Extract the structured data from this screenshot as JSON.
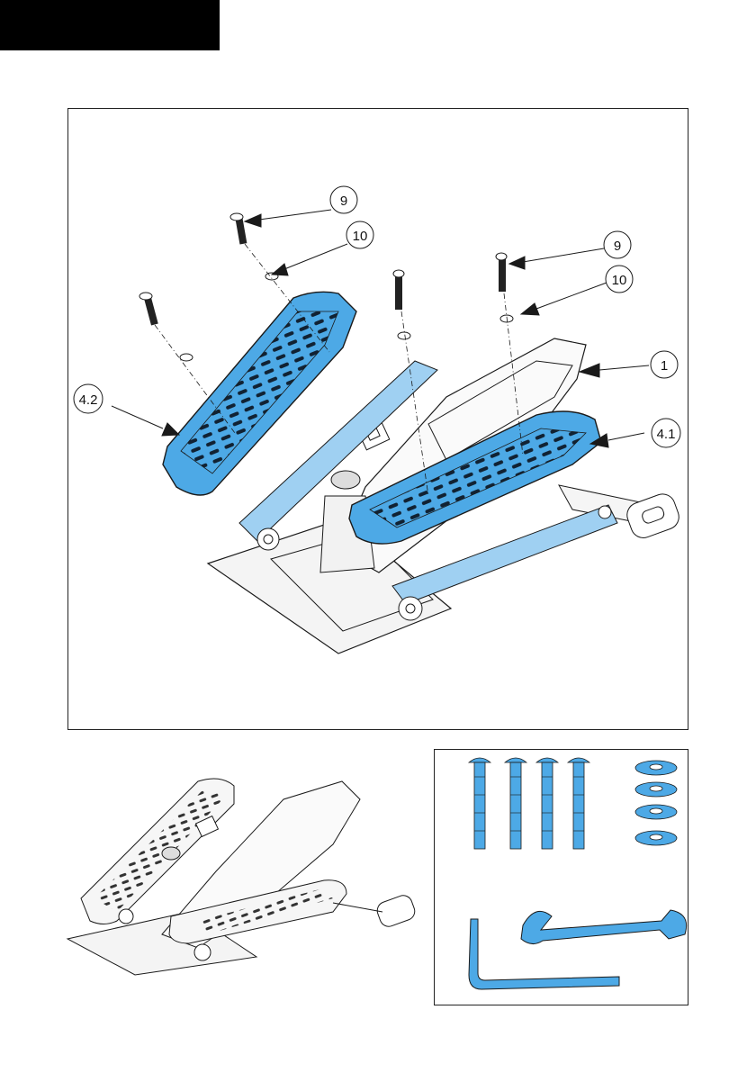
{
  "callouts": {
    "bolt_left": "9",
    "washer_left": "10",
    "bolt_right": "9",
    "washer_right": "10",
    "frame": "1",
    "pedal_left": "4.2",
    "pedal_right": "4.1"
  },
  "colors": {
    "part_blue": "#4da9e6",
    "part_blue_light": "#9fd0f2",
    "line": "#1a1a1a"
  },
  "parts_kit": {
    "bolts": 4,
    "washers": 4,
    "tools": [
      "open-end-wrench",
      "allen-key"
    ]
  }
}
